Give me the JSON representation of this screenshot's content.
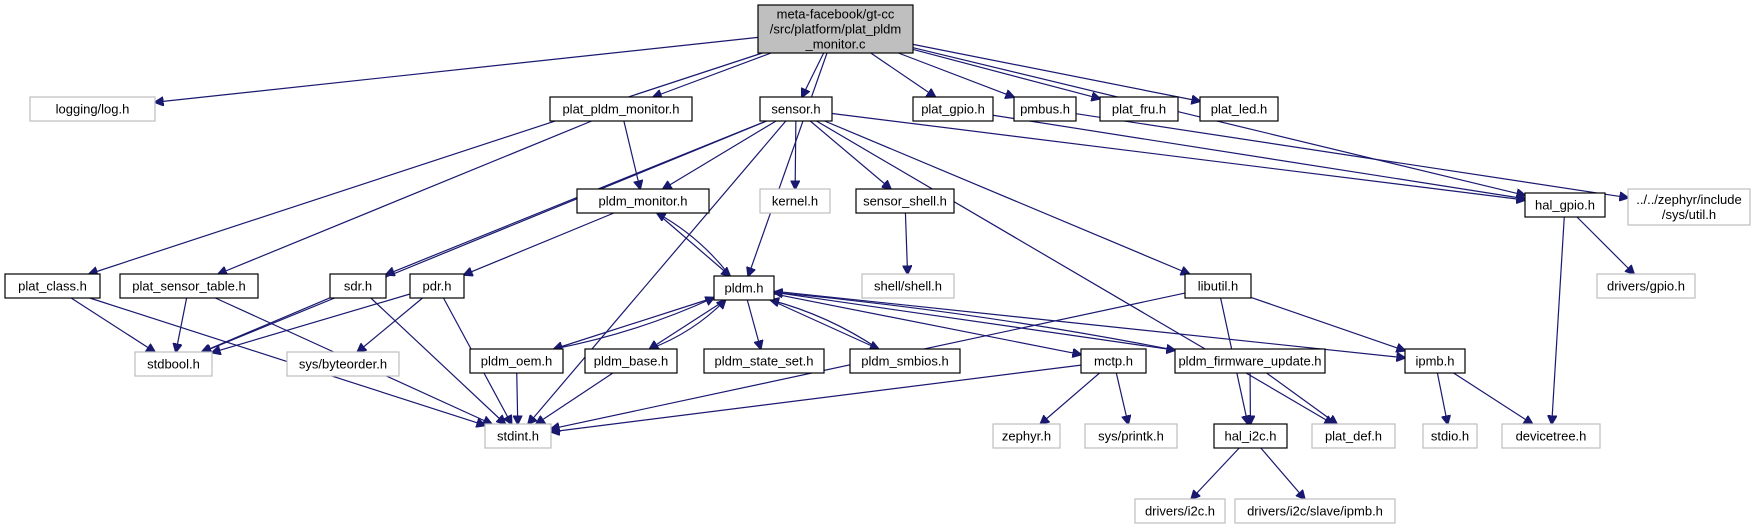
{
  "nodes": [
    {
      "id": "root",
      "lines": [
        "meta-facebook/gt-cc",
        "/src/platform/plat_pldm",
        "_monitor.c"
      ],
      "style": "root"
    },
    {
      "id": "log",
      "lines": [
        "logging/log.h"
      ],
      "style": "ext"
    },
    {
      "id": "ppm",
      "lines": [
        "plat_pldm_monitor.h"
      ],
      "style": "local"
    },
    {
      "id": "sensor",
      "lines": [
        "sensor.h"
      ],
      "style": "local"
    },
    {
      "id": "pgpio",
      "lines": [
        "plat_gpio.h"
      ],
      "style": "local"
    },
    {
      "id": "pmbus",
      "lines": [
        "pmbus.h"
      ],
      "style": "local"
    },
    {
      "id": "pfru",
      "lines": [
        "plat_fru.h"
      ],
      "style": "local"
    },
    {
      "id": "pled",
      "lines": [
        "plat_led.h"
      ],
      "style": "local"
    },
    {
      "id": "util",
      "lines": [
        "../../zephyr/include",
        "/sys/util.h"
      ],
      "style": "ext"
    },
    {
      "id": "pm",
      "lines": [
        "pldm_monitor.h"
      ],
      "style": "local"
    },
    {
      "id": "kernel",
      "lines": [
        "kernel.h"
      ],
      "style": "ext"
    },
    {
      "id": "sshell",
      "lines": [
        "sensor_shell.h"
      ],
      "style": "local"
    },
    {
      "id": "halgpio",
      "lines": [
        "hal_gpio.h"
      ],
      "style": "local"
    },
    {
      "id": "pclass",
      "lines": [
        "plat_class.h"
      ],
      "style": "local"
    },
    {
      "id": "pst",
      "lines": [
        "plat_sensor_table.h"
      ],
      "style": "local"
    },
    {
      "id": "sdr",
      "lines": [
        "sdr.h"
      ],
      "style": "local"
    },
    {
      "id": "pdr",
      "lines": [
        "pdr.h"
      ],
      "style": "local"
    },
    {
      "id": "pldm",
      "lines": [
        "pldm.h"
      ],
      "style": "local"
    },
    {
      "id": "shell",
      "lines": [
        "shell/shell.h"
      ],
      "style": "ext"
    },
    {
      "id": "libutil",
      "lines": [
        "libutil.h"
      ],
      "style": "local"
    },
    {
      "id": "dgpio",
      "lines": [
        "drivers/gpio.h"
      ],
      "style": "ext"
    },
    {
      "id": "stdbool",
      "lines": [
        "stdbool.h"
      ],
      "style": "ext"
    },
    {
      "id": "byteorder",
      "lines": [
        "sys/byteorder.h"
      ],
      "style": "ext"
    },
    {
      "id": "poem",
      "lines": [
        "pldm_oem.h"
      ],
      "style": "local"
    },
    {
      "id": "pbase",
      "lines": [
        "pldm_base.h"
      ],
      "style": "local"
    },
    {
      "id": "pss",
      "lines": [
        "pldm_state_set.h"
      ],
      "style": "local"
    },
    {
      "id": "psmbios",
      "lines": [
        "pldm_smbios.h"
      ],
      "style": "local"
    },
    {
      "id": "mctp",
      "lines": [
        "mctp.h"
      ],
      "style": "local"
    },
    {
      "id": "pfw",
      "lines": [
        "pldm_firmware_update.h"
      ],
      "style": "local"
    },
    {
      "id": "ipmb",
      "lines": [
        "ipmb.h"
      ],
      "style": "local"
    },
    {
      "id": "stdint",
      "lines": [
        "stdint.h"
      ],
      "style": "ext"
    },
    {
      "id": "zephyr",
      "lines": [
        "zephyr.h"
      ],
      "style": "ext"
    },
    {
      "id": "printk",
      "lines": [
        "sys/printk.h"
      ],
      "style": "ext"
    },
    {
      "id": "hali2c",
      "lines": [
        "hal_i2c.h"
      ],
      "style": "local"
    },
    {
      "id": "pdef",
      "lines": [
        "plat_def.h"
      ],
      "style": "ext"
    },
    {
      "id": "stdio",
      "lines": [
        "stdio.h"
      ],
      "style": "ext"
    },
    {
      "id": "dtree",
      "lines": [
        "devicetree.h"
      ],
      "style": "ext"
    },
    {
      "id": "di2c",
      "lines": [
        "drivers/i2c.h"
      ],
      "style": "ext"
    },
    {
      "id": "dipmb",
      "lines": [
        "drivers/i2c/slave/ipmb.h"
      ],
      "style": "ext"
    }
  ],
  "edges": [
    [
      "root",
      "log"
    ],
    [
      "root",
      "ppm"
    ],
    [
      "root",
      "sensor"
    ],
    [
      "root",
      "pgpio"
    ],
    [
      "root",
      "pmbus"
    ],
    [
      "root",
      "pfru"
    ],
    [
      "root",
      "pled"
    ],
    [
      "root",
      "pclass"
    ],
    [
      "root",
      "pldm"
    ],
    [
      "root",
      "halgpio"
    ],
    [
      "ppm",
      "pm"
    ],
    [
      "ppm",
      "pst"
    ],
    [
      "sensor",
      "pm"
    ],
    [
      "sensor",
      "kernel"
    ],
    [
      "sensor",
      "sshell"
    ],
    [
      "sensor",
      "sdr"
    ],
    [
      "sensor",
      "stdbool"
    ],
    [
      "sensor",
      "libutil"
    ],
    [
      "sensor",
      "stdint"
    ],
    [
      "sensor",
      "pdef"
    ],
    [
      "sensor",
      "halgpio"
    ],
    [
      "pgpio",
      "halgpio"
    ],
    [
      "pmbus",
      "util"
    ],
    [
      "pm",
      "pldm"
    ],
    [
      "pm",
      "pdr"
    ],
    [
      "pldm",
      "pm"
    ],
    [
      "sshell",
      "shell"
    ],
    [
      "halgpio",
      "dgpio"
    ],
    [
      "halgpio",
      "dtree"
    ],
    [
      "pclass",
      "stdbool"
    ],
    [
      "pclass",
      "stdint"
    ],
    [
      "pst",
      "stdbool"
    ],
    [
      "pst",
      "stdint"
    ],
    [
      "sdr",
      "stdbool"
    ],
    [
      "sdr",
      "stdint"
    ],
    [
      "pdr",
      "stdbool"
    ],
    [
      "pdr",
      "byteorder"
    ],
    [
      "pdr",
      "stdint"
    ],
    [
      "pldm",
      "poem"
    ],
    [
      "pldm",
      "pbase"
    ],
    [
      "pldm",
      "pss"
    ],
    [
      "pldm",
      "psmbios"
    ],
    [
      "pldm",
      "mctp"
    ],
    [
      "pldm",
      "pfw"
    ],
    [
      "pldm",
      "ipmb"
    ],
    [
      "poem",
      "pldm"
    ],
    [
      "pbase",
      "pldm"
    ],
    [
      "psmbios",
      "pldm"
    ],
    [
      "pfw",
      "pldm"
    ],
    [
      "poem",
      "stdint"
    ],
    [
      "pbase",
      "stdint"
    ],
    [
      "mctp",
      "stdint"
    ],
    [
      "mctp",
      "zephyr"
    ],
    [
      "mctp",
      "printk"
    ],
    [
      "pfw",
      "hali2c"
    ],
    [
      "pfw",
      "pdef"
    ],
    [
      "libutil",
      "stdint"
    ],
    [
      "libutil",
      "ipmb"
    ],
    [
      "libutil",
      "hali2c"
    ],
    [
      "ipmb",
      "stdio"
    ],
    [
      "ipmb",
      "dtree"
    ],
    [
      "hali2c",
      "di2c"
    ],
    [
      "hali2c",
      "dipmb"
    ]
  ]
}
